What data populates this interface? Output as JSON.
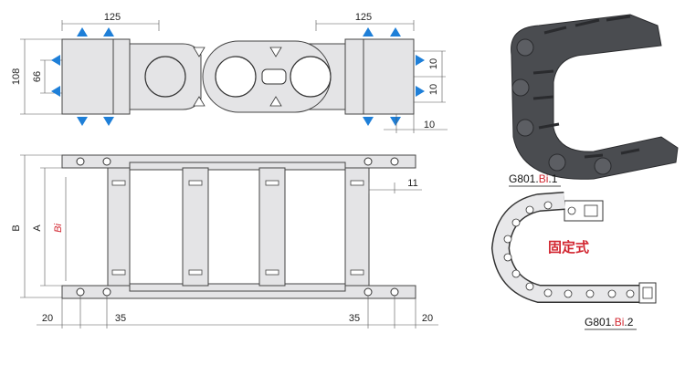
{
  "dimensions": {
    "top_left_width": "125",
    "top_right_width": "125",
    "height_108": "108",
    "height_66": "66",
    "right_10_a": "10",
    "right_10_b": "10",
    "right_10_c": "10",
    "side_11": "11",
    "label_B": "B",
    "label_A": "A",
    "label_Bi": "Bi",
    "bottom_20_left": "20",
    "bottom_35_left": "35",
    "bottom_35_right": "35",
    "bottom_20_right": "20"
  },
  "captions": {
    "model1_prefix": "G801.",
    "model1_bi": "Bi",
    "model1_suffix": ".1",
    "model2_prefix": "G801.",
    "model2_bi": "Bi",
    "model2_suffix": ".2",
    "fixed_type": "固定式"
  },
  "colors": {
    "accent_red": "#d22630",
    "arrow_blue": "#1e7fd8",
    "part_gray": "#e4e4e6",
    "chain_dark": "#4a4c50"
  }
}
